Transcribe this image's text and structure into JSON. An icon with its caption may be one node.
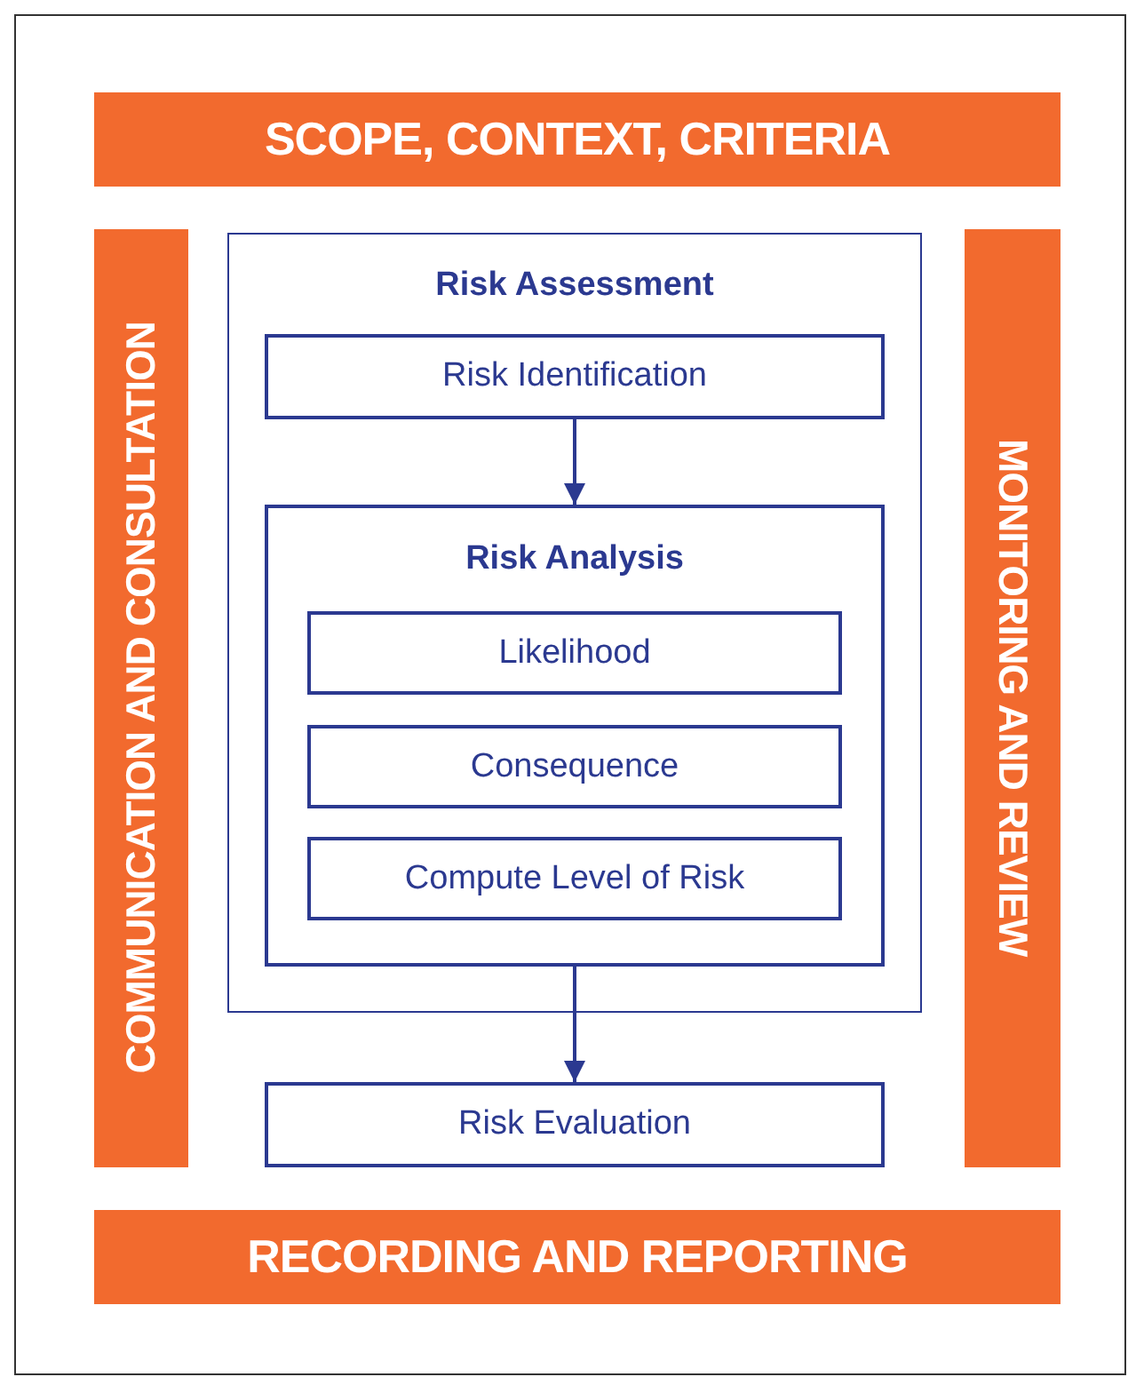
{
  "diagram": {
    "nodes": [
      {
        "text": [
          "SCOPE, CONTEXT, CRITERIA"
        ]
      },
      {
        "text": [
          "COMMUNICATION AND CONSULTATION"
        ]
      },
      {
        "text": [
          "Risk Assessment"
        ]
      },
      {
        "text": [
          "Risk Identification"
        ],
        "in": 2
      },
      {
        "text": [
          "Risk Analysis"
        ],
        "in": 2
      },
      {
        "text": [
          "Likelihood"
        ],
        "in": 4
      },
      {
        "text": [
          "Consequence"
        ],
        "in": 4
      },
      {
        "text": [
          "Compute Level of Risk"
        ],
        "in": 4
      },
      {
        "text": [
          "MONITORING AND REVIEW"
        ]
      },
      {
        "text": [
          "Risk Evaluation"
        ]
      },
      {
        "text": [
          "RECORDING AND REPORTING"
        ]
      }
    ],
    "edges": [
      {
        "from": 3,
        "to": 4,
        "arrow": "to"
      },
      {
        "from": 4,
        "to": 9,
        "arrow": "to"
      }
    ]
  }
}
